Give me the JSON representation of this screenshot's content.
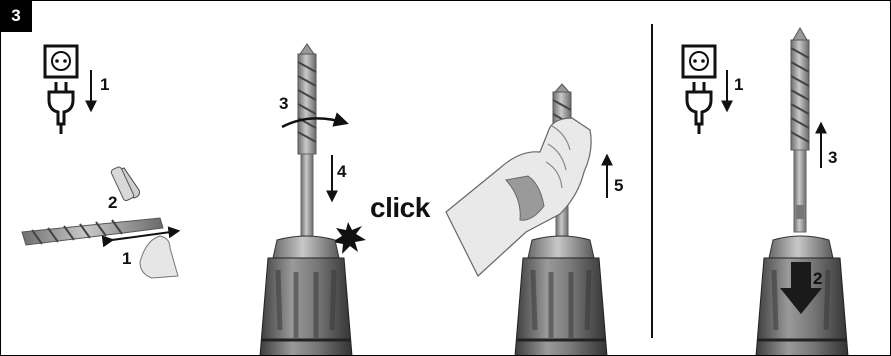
{
  "step_number": "3",
  "left_panel": {
    "unplug_step": "1",
    "remove_step_a": "2",
    "remove_step_b": "1"
  },
  "middle_panel": {
    "insert_rotate_step": "3",
    "push_step": "4",
    "click_text": "click",
    "check_step": "5"
  },
  "right_panel": {
    "unplug_step": "1",
    "release_step": "2",
    "remove_step": "3"
  },
  "colors": {
    "chuck_dark": "#4a4a4a",
    "chuck_mid": "#8a8a8a",
    "chuck_light": "#bdbdbd",
    "bit": "#8c8c8c",
    "glove": "#e6e6e6"
  },
  "icons": [
    "power-socket-icon",
    "power-plug-icon",
    "drill-bit-icon",
    "dust-cap-icon",
    "drill-chuck-icon",
    "gloved-hand-icon",
    "rotate-arrow-icon",
    "release-arrow-icon"
  ]
}
